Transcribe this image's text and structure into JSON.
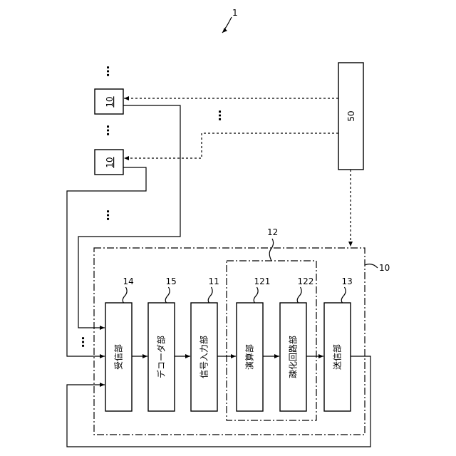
{
  "diagram": {
    "system_ref": "1",
    "source_box": "50",
    "devices": [
      "10",
      "10"
    ],
    "main_device_ref": "10",
    "group_ref": "12",
    "ellipsis": "…",
    "blocks": [
      {
        "label": "受信部",
        "ref": "14"
      },
      {
        "label": "デコーダ部",
        "ref": "15"
      },
      {
        "label": "信号入力部",
        "ref": "11"
      },
      {
        "label": "演算部",
        "ref": "121"
      },
      {
        "label": "疎化回路部",
        "ref": "122"
      },
      {
        "label": "送信部",
        "ref": "13"
      }
    ]
  }
}
